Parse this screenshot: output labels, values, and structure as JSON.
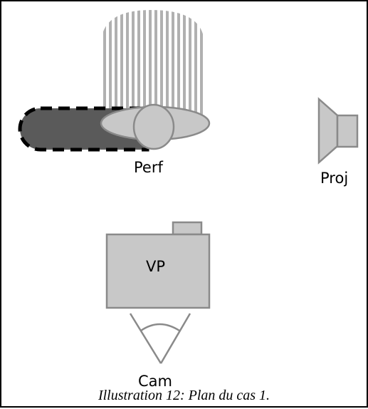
{
  "labels": {
    "performer": "Perf",
    "projector": "Proj",
    "video_projector": "VP",
    "camera": "Cam"
  },
  "caption": "Illustration 12: Plan du cas 1.",
  "colors": {
    "fill_gray": "#c8c8c8",
    "stroke_gray": "#8a8a8a",
    "shadow_dark": "#5a5a5a",
    "stripes": "#b0b0b0",
    "border": "#000000"
  },
  "icons": {
    "performer": "performer-topview-icon",
    "projector": "speaker-projector-icon",
    "video_projector": "video-projector-icon",
    "camera": "camera-fov-icon",
    "light_cone": "light-cone-striped",
    "shadow": "shadow-dashed-ellipse"
  }
}
